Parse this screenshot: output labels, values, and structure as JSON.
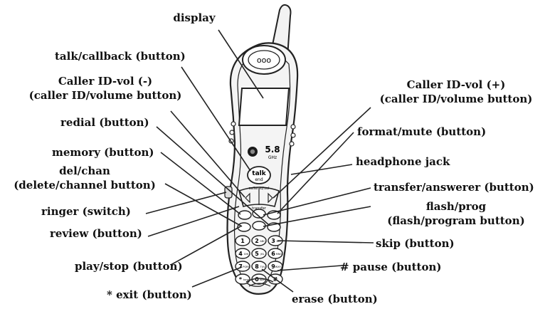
{
  "colors": {
    "ink": "#111111",
    "line": "#222222",
    "phone_body": "#f2f2f2",
    "phone_dark": "#1a1a1a"
  },
  "phone": {
    "earpiece": "ooo",
    "brand_number": "5.8",
    "brand_unit": "GHz",
    "talk_line1": "talk",
    "talk_line2": "end",
    "callerid_text": "caller id/vol",
    "transfer_text": "transfer",
    "keys": [
      {
        "name": "key-1",
        "digit": "1"
      },
      {
        "name": "key-2",
        "digit": "2",
        "letters": "ABC"
      },
      {
        "name": "key-3",
        "digit": "3",
        "letters": "DEF"
      },
      {
        "name": "key-4",
        "digit": "4",
        "letters": "GHI"
      },
      {
        "name": "key-5",
        "digit": "5",
        "letters": "JKL"
      },
      {
        "name": "key-6",
        "digit": "6",
        "letters": "MNO"
      },
      {
        "name": "key-7",
        "digit": "7",
        "letters": "PQRS"
      },
      {
        "name": "key-8",
        "digit": "8",
        "letters": "TUV"
      },
      {
        "name": "key-9",
        "digit": "9",
        "letters": "WXYZ"
      },
      {
        "name": "key-star",
        "digit": "*",
        "letters": "tone"
      },
      {
        "name": "key-0",
        "digit": "0",
        "letters": "oper"
      },
      {
        "name": "key-pound",
        "digit": "#"
      }
    ]
  },
  "labels": {
    "display": "display",
    "talk_callback": "talk/callback (button)",
    "callerid_minus_line1": "Caller ID-vol (-)",
    "callerid_minus_line2": "(caller ID/volume button)",
    "callerid_plus_line1": "Caller ID-vol (+)",
    "callerid_plus_line2": "(caller ID/volume button)",
    "redial": "redial (button)",
    "format_mute": "format/mute (button)",
    "memory": "memory (button)",
    "headphone_jack": "headphone jack",
    "del_chan_line1": "del/chan",
    "del_chan_line2": "(delete/channel button)",
    "transfer_answerer": "transfer/answerer (button)",
    "ringer": "ringer (switch)",
    "flash_prog_line1": "flash/prog",
    "flash_prog_line2": "(flash/program button)",
    "review": "review (button)",
    "skip": "skip (button)",
    "play_stop": "play/stop (button)",
    "pound_pause": "# pause (button)",
    "star_exit": "* exit (button)",
    "erase": "erase (button)"
  }
}
